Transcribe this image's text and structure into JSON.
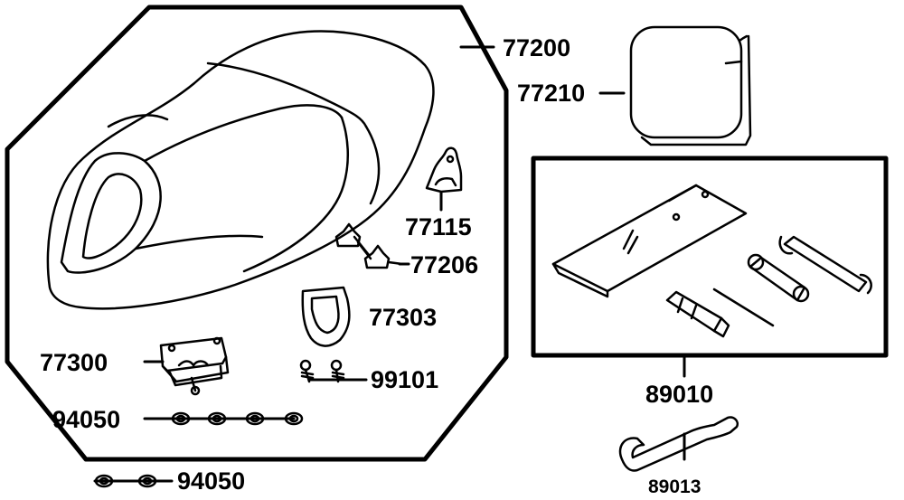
{
  "diagram": {
    "parts": [
      {
        "id": "seat",
        "number": "77200"
      },
      {
        "id": "backrest",
        "number": "77210"
      },
      {
        "id": "hook",
        "number": "77115"
      },
      {
        "id": "damper",
        "number": "77206"
      },
      {
        "id": "strap",
        "number": "77303"
      },
      {
        "id": "lock",
        "number": "77300"
      },
      {
        "id": "screws",
        "number": "99101"
      },
      {
        "id": "nuts-inner",
        "number": "94050"
      },
      {
        "id": "nuts-outer",
        "number": "94050"
      },
      {
        "id": "toolkit",
        "number": "89010"
      },
      {
        "id": "spanner",
        "number": "89013"
      }
    ]
  }
}
